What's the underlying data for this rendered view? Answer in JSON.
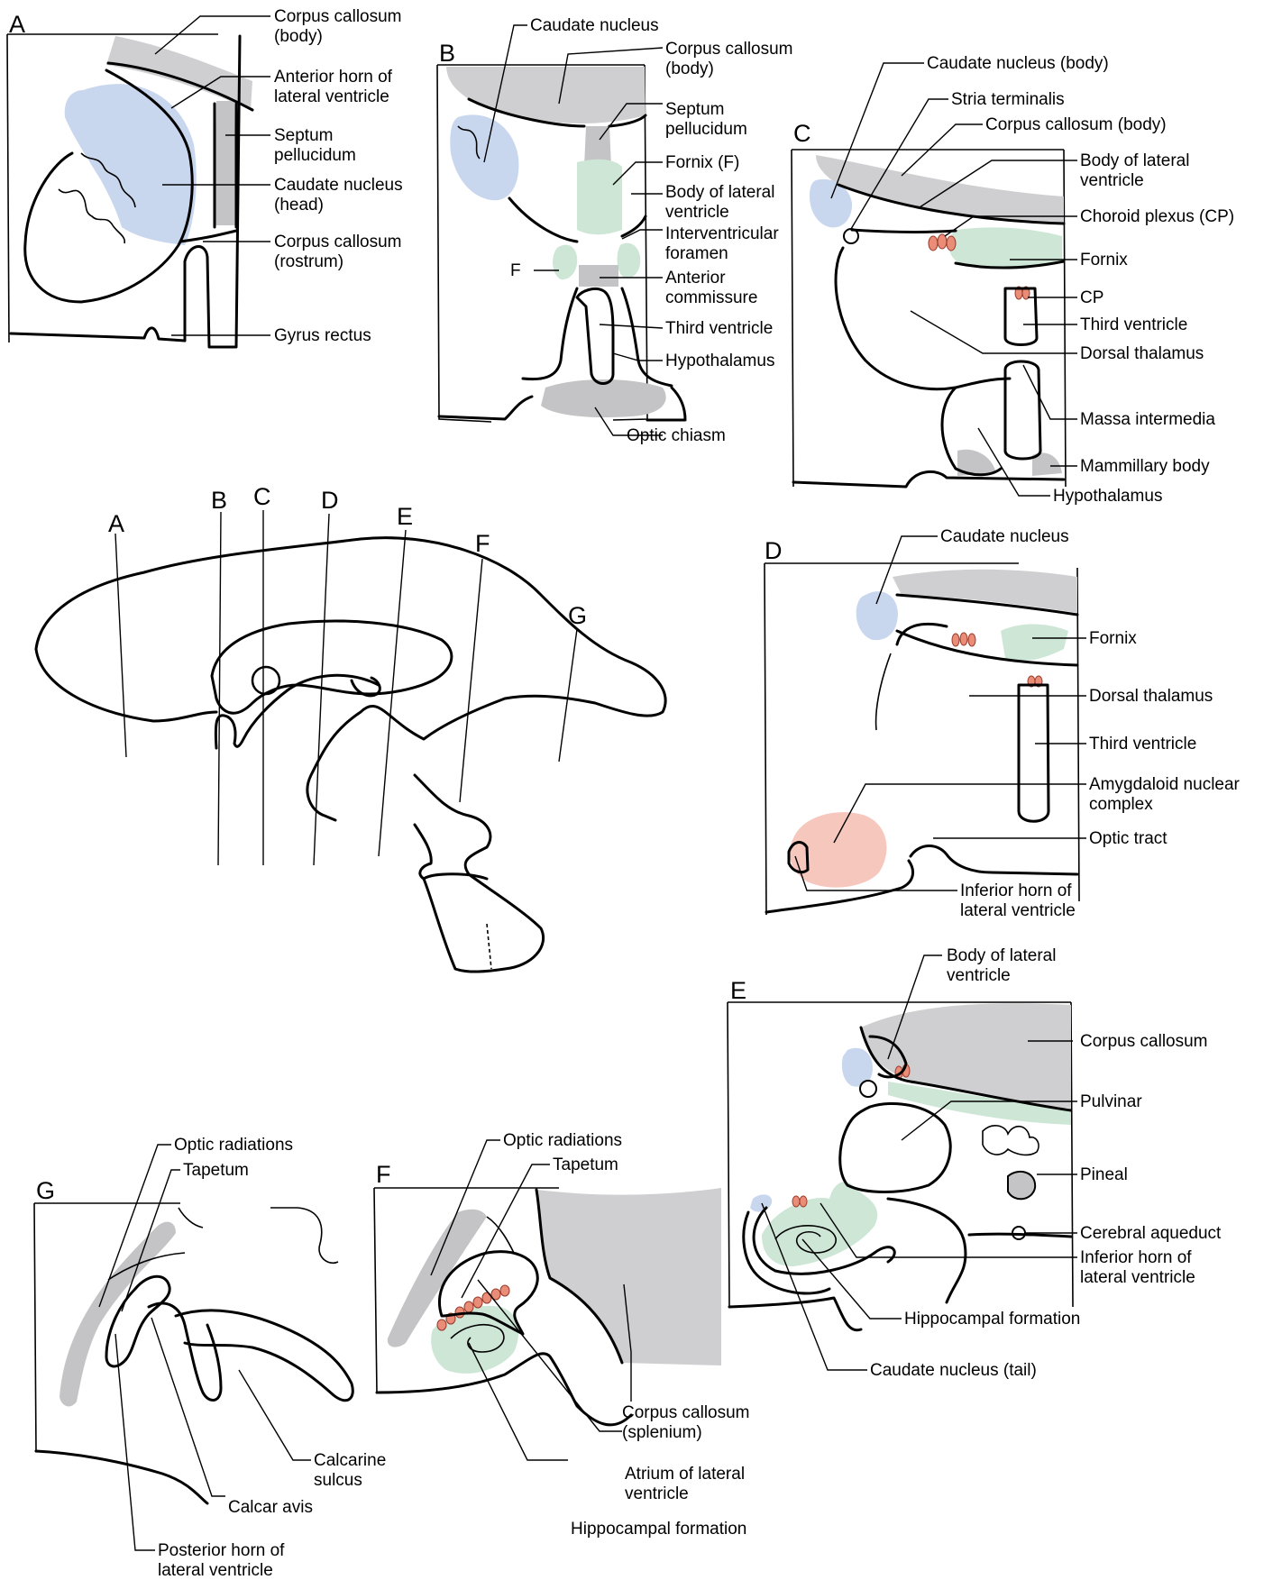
{
  "colors": {
    "caudate": "#c9d7ee",
    "corpus_callosum": "#cfcfd1",
    "fornix": "#cde6d6",
    "amygdala": "#f6c7bd",
    "choroid_plexus": "#e98c78",
    "gray_structure": "#c4c4c6",
    "outline": "#000000"
  },
  "panels": {
    "A": {
      "letter": "A",
      "labels": [
        "Corpus callosum",
        "(body)",
        "Anterior horn of",
        "lateral ventricle",
        "Septum",
        "pellucidum",
        "Caudate nucleus",
        "(head)",
        "Corpus callosum",
        "(rostrum)",
        "Gyrus rectus"
      ]
    },
    "B": {
      "letter": "B",
      "labels": [
        "Caudate nucleus",
        "Corpus callosum",
        "(body)",
        "Septum",
        "pellucidum",
        "Fornix (F)",
        "Body of lateral",
        "ventricle",
        "Interventricular",
        "foramen",
        "F",
        "Anterior",
        "commissure",
        "Third ventricle",
        "Hypothalamus",
        "Optic chiasm"
      ]
    },
    "C": {
      "letter": "C",
      "labels": [
        "Caudate nucleus (body)",
        "Stria terminalis",
        "Corpus callosum (body)",
        "Body of lateral",
        "ventricle",
        "Choroid plexus (CP)",
        "Fornix",
        "CP",
        "Third ventricle",
        "Dorsal thalamus",
        "Massa intermedia",
        "Mammillary body",
        "Hypothalamus"
      ]
    },
    "D": {
      "letter": "D",
      "labels": [
        "Caudate nucleus",
        "Fornix",
        "Dorsal thalamus",
        "Third ventricle",
        "Amygdaloid nuclear",
        "complex",
        "Optic tract",
        "Inferior horn of",
        "lateral ventricle"
      ]
    },
    "E": {
      "letter": "E",
      "labels": [
        "Body of lateral",
        "ventricle",
        "Corpus callosum",
        "Pulvinar",
        "Pineal",
        "Cerebral aqueduct",
        "Inferior horn of",
        "lateral ventricle",
        "Hippocampal formation",
        "Caudate nucleus (tail)"
      ]
    },
    "F": {
      "letter": "F",
      "labels": [
        "Optic radiations",
        "Tapetum",
        "Corpus callosum",
        "(splenium)",
        "Atrium of lateral",
        "ventricle",
        "Hippocampal formation"
      ]
    },
    "G": {
      "letter": "G",
      "labels": [
        "Optic radiations",
        "Tapetum",
        "Calcarine",
        "sulcus",
        "Calcar avis",
        "Posterior horn of",
        "lateral ventricle"
      ]
    }
  },
  "key": {
    "letters": [
      "A",
      "B",
      "C",
      "D",
      "E",
      "F",
      "G"
    ]
  }
}
